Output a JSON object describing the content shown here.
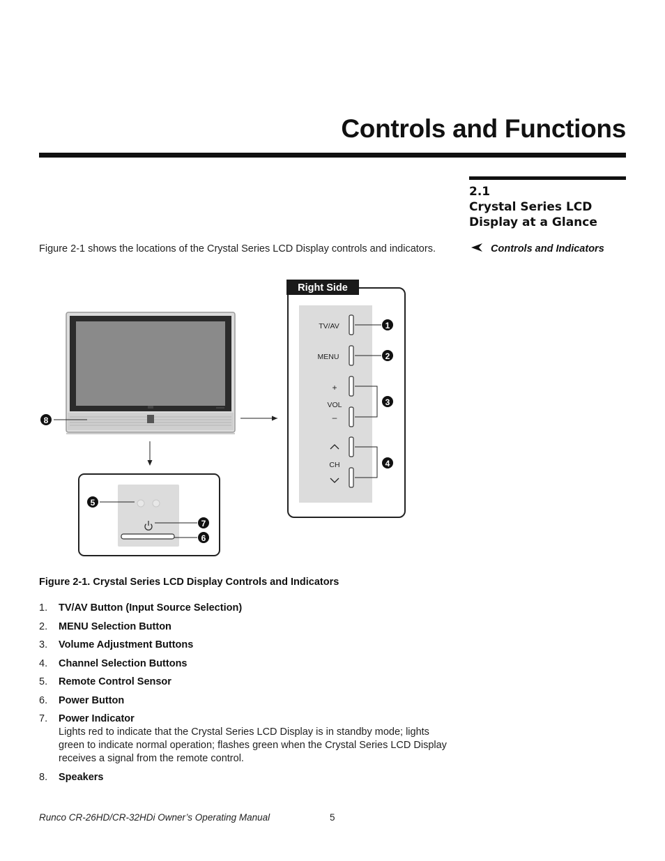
{
  "chapter_title": "Controls and Functions",
  "section": {
    "number": "2.1",
    "title_line1": "Crystal Series LCD",
    "title_line2": "Display at a Glance"
  },
  "intro_text": "Figure 2-1 shows the locations of the Crystal Series LCD Display controls and indicators.",
  "side_heading": {
    "arrow": "➤",
    "text": "Controls and Indicators"
  },
  "figure": {
    "panel_label": "Right Side",
    "buttons": {
      "tvav": "TV/AV",
      "menu": "MENU",
      "plus": "+",
      "vol": "VOL",
      "minus": "–",
      "ch": "CH"
    },
    "callouts": [
      "1",
      "2",
      "3",
      "4",
      "5",
      "6",
      "7",
      "8"
    ]
  },
  "figure_caption": "Figure 2-1. Crystal Series LCD Display Controls and Indicators",
  "items": [
    {
      "num": "1.",
      "title": "TV/AV Button (Input Source Selection)",
      "desc": ""
    },
    {
      "num": "2.",
      "title": "MENU Selection Button",
      "desc": ""
    },
    {
      "num": "3.",
      "title": "Volume Adjustment Buttons",
      "desc": ""
    },
    {
      "num": "4.",
      "title": "Channel Selection Buttons",
      "desc": ""
    },
    {
      "num": "5.",
      "title": "Remote Control Sensor",
      "desc": ""
    },
    {
      "num": "6.",
      "title": "Power Button",
      "desc": ""
    },
    {
      "num": "7.",
      "title": "Power Indicator",
      "desc": "Lights red to indicate that the Crystal Series LCD Display is in standby mode; lights green to indicate normal operation; flashes green when the Crystal Series LCD Display receives a signal from the remote control."
    },
    {
      "num": "8.",
      "title": "Speakers",
      "desc": ""
    }
  ],
  "footer": {
    "manual_title": "Runco CR-26HD/CR-32HDi Owner’s Operating Manual",
    "page_number": "5"
  }
}
